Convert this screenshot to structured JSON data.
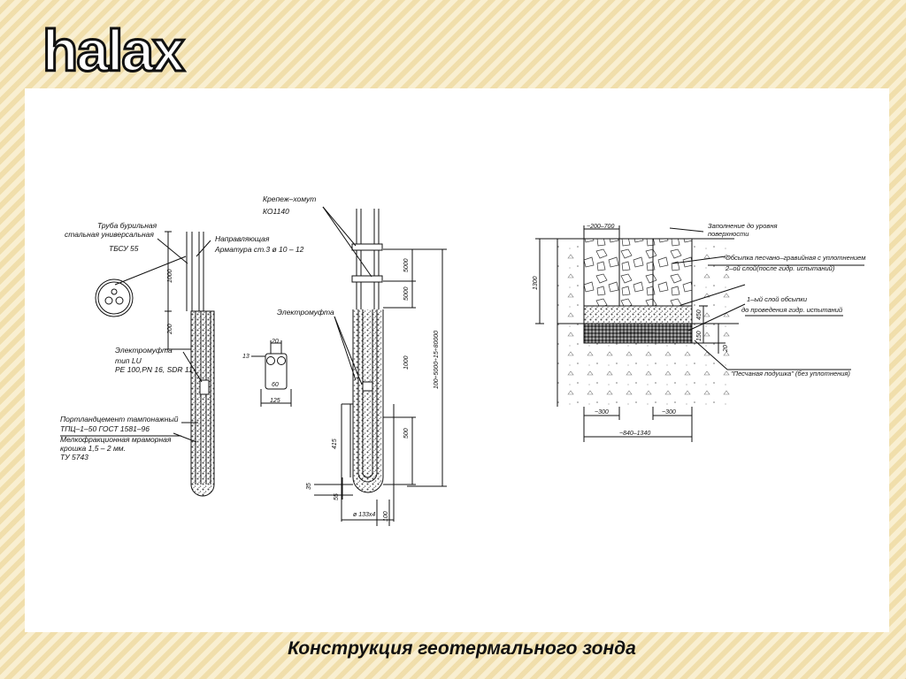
{
  "brand": {
    "name": "halax",
    "stroke_color": "#111111",
    "fill_color": "#ffffff"
  },
  "caption": "Конструкция геотермального зонда",
  "colors": {
    "background": "#f6e7b8",
    "panel": "#ffffff",
    "line": "#111111",
    "hatch": "#555555"
  },
  "left_probe": {
    "labels": [
      "Труба бурильная",
      "стальная универсальная",
      "ТБСУ 55",
      "Направляющая",
      "Арматура ст.3 ø 10 – 12",
      "Электромуфта",
      "тип LU",
      "PE 100,PN 16, SDR 11",
      "Портландцемент тампонажный",
      "ТПЦ–1–50 ГОСТ 1581–96",
      "Мелкофракционная мраморная",
      "крошка 1,5 – 2 мм.",
      "ТУ   5743"
    ],
    "dims": [
      "1000",
      "200"
    ]
  },
  "coupling_detail": {
    "dims": [
      "20",
      "13",
      "60",
      "125"
    ]
  },
  "right_probe": {
    "labels": [
      "Крепеж–хомут",
      "КО1140",
      "Электромуфта"
    ],
    "dims": [
      "5000",
      "5000",
      "1000",
      "100÷5000÷15÷80000",
      "415",
      "500",
      "35",
      "55",
      "ø 133x4",
      "100"
    ]
  },
  "trench": {
    "labels": [
      "Заполнение до уровня",
      "поверхности",
      "Обсыпка песчано–гравийная с уплотнением",
      "2–ой слой(после гидр. испытаний)",
      "1–ый слой обсыпки",
      "до проведения гидр. испытаний",
      "\"Песчаная подушка\" (без уплотнения)"
    ],
    "dims": [
      "~200–700",
      "1300",
      "450",
      "150",
      "20",
      "~300",
      "~300",
      "~840–1340"
    ]
  }
}
